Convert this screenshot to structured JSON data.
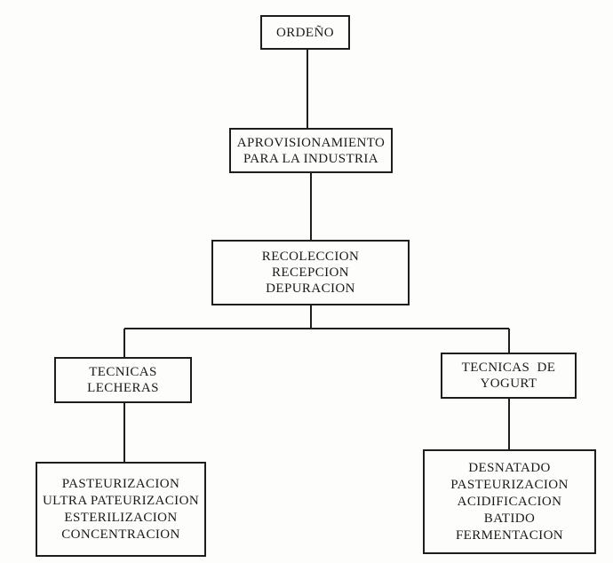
{
  "diagram": {
    "nodes": {
      "ordeno": {
        "lines": [
          "ORDEÑO"
        ]
      },
      "aprovisionamiento": {
        "lines": [
          "APROVISIONAMIENTO",
          "PARA LA INDUSTRIA"
        ]
      },
      "recoleccion": {
        "lines": [
          "RECOLECCION",
          "RECEPCION",
          "DEPURACION"
        ]
      },
      "tecnicas_lecheras": {
        "lines": [
          "TECNICAS",
          "LECHERAS"
        ]
      },
      "tecnicas_yogurt": {
        "lines": [
          "TECNICAS  DE",
          "YOGURT"
        ]
      },
      "lecheras_procesos": {
        "lines": [
          "PASTEURIZACION",
          "ULTRA PATEURIZACION",
          "ESTERILIZACION",
          "CONCENTRACION"
        ]
      },
      "yogurt_procesos": {
        "lines": [
          "DESNATADO",
          "PASTEURIZACION",
          "ACIDIFICACION",
          "BATIDO",
          "FERMENTACION"
        ]
      }
    },
    "edges": [
      {
        "from": "ordeno",
        "to": "aprovisionamiento"
      },
      {
        "from": "aprovisionamiento",
        "to": "recoleccion"
      },
      {
        "from": "recoleccion",
        "to": "tecnicas_lecheras"
      },
      {
        "from": "recoleccion",
        "to": "tecnicas_yogurt"
      },
      {
        "from": "tecnicas_lecheras",
        "to": "lecheras_procesos"
      },
      {
        "from": "tecnicas_yogurt",
        "to": "yogurt_procesos"
      }
    ]
  }
}
